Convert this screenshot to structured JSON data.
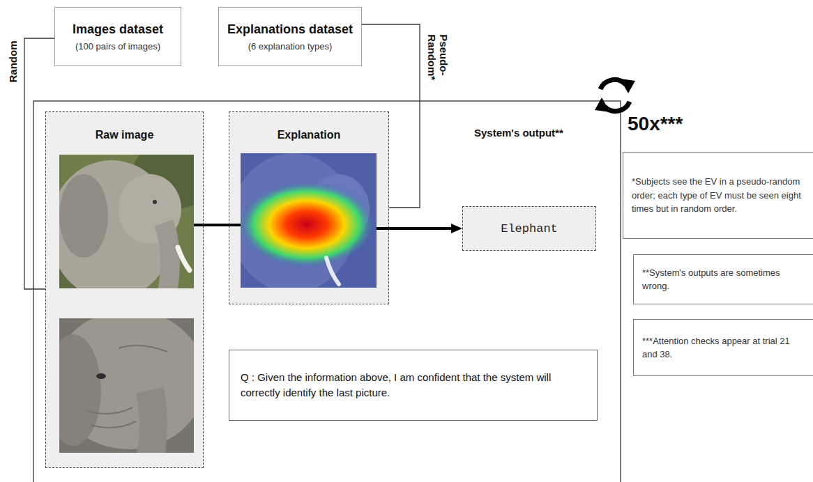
{
  "diagram": {
    "nodes": [
      {
        "text": [
          "Images dataset",
          "(100 pairs of images)"
        ]
      },
      {
        "text": [
          "Explanations dataset",
          "(6 explanation types)"
        ]
      },
      {
        "text": [
          "Raw image"
        ]
      },
      {
        "text": [
          "Explanation"
        ]
      },
      {
        "text": [
          "Elephant"
        ]
      },
      {
        "text": [
          "Q : Given the information above, I am confident that the system will correctly identify the last picture."
        ]
      },
      {
        "text": [
          "*Subjects see the EV in a pseudo-random order; each type of EV must be seen eight times but in random order."
        ]
      },
      {
        "text": [
          "**System's outputs are sometimes wrong."
        ]
      },
      {
        "text": [
          "***Attention checks appear at trial 21 and 38."
        ]
      }
    ],
    "edges": [
      {
        "from": 0,
        "to": 2,
        "arrow": "none"
      },
      {
        "from": 1,
        "to": 3,
        "arrow": "none"
      },
      {
        "from": 2,
        "to": 3,
        "arrow": "none"
      },
      {
        "from": 3,
        "to": 4,
        "arrow": "to"
      }
    ],
    "labels": [
      "Random",
      "Pseudo- Random*",
      "System's output**",
      "50x***"
    ]
  }
}
